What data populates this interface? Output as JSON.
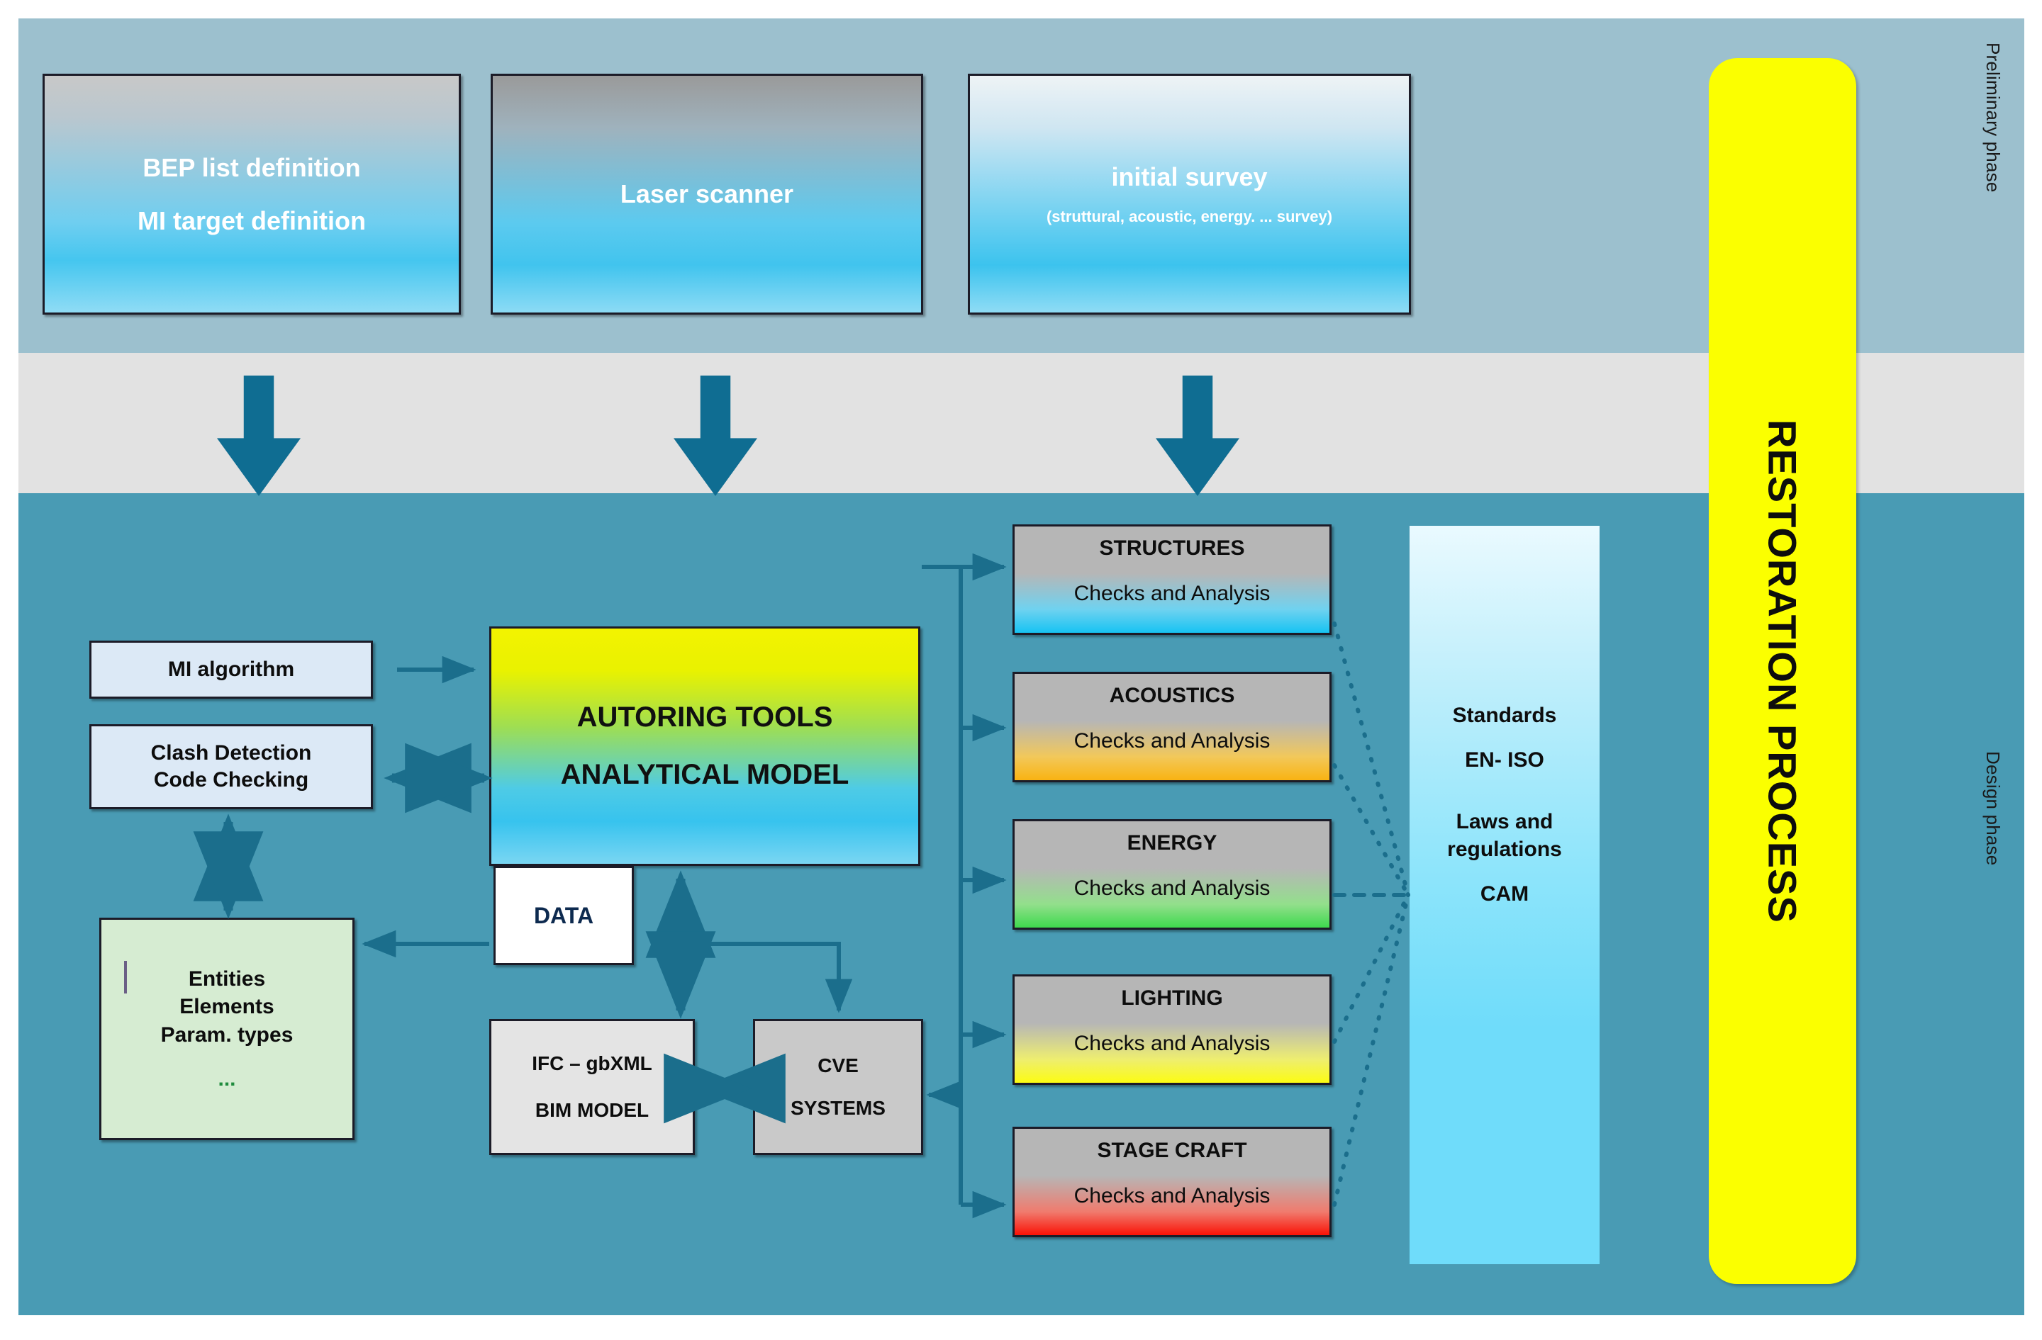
{
  "phases": {
    "preliminary_label": "Preliminary phase",
    "design_label": "Design phase"
  },
  "preliminary": {
    "boxes": [
      {
        "line1": "BEP list definition",
        "line2": "MI target definition"
      },
      {
        "line1": "Laser scanner",
        "line2": ""
      },
      {
        "line1": "initial survey",
        "sub": "(struttural, acoustic, energy. ... survey)"
      }
    ]
  },
  "design": {
    "mi_algorithm": "MI algorithm",
    "clash": {
      "line1": "Clash Detection",
      "line2": "Code Checking"
    },
    "entities": {
      "line1": "Entities",
      "line2": "Elements",
      "line3": "Param. types",
      "dots": "..."
    },
    "autoring": {
      "line1": "AUTORING TOOLS",
      "line2": "ANALYTICAL MODEL"
    },
    "data": "DATA",
    "ifc": {
      "line1": "IFC – gbXML",
      "line2": "BIM MODEL"
    },
    "cve": {
      "line1": "CVE",
      "line2": "SYSTEMS"
    },
    "disciplines": [
      {
        "title": "STRUCTURES",
        "sub": "Checks and Analysis",
        "accent": "#17c3f2"
      },
      {
        "title": "ACOUSTICS",
        "sub": "Checks and Analysis",
        "accent": "#f9b312"
      },
      {
        "title": "ENERGY",
        "sub": "Checks and Analysis",
        "accent": "#3ed94e"
      },
      {
        "title": "LIGHTING",
        "sub": "Checks and Analysis",
        "accent": "#fcfc12"
      },
      {
        "title": "STAGE CRAFT",
        "sub": "Checks and Analysis",
        "accent": "#fa1206"
      }
    ],
    "standards": {
      "line1": "Standards",
      "line2": "EN- ISO",
      "line3": "Laws and",
      "line4": "regulations",
      "line5": "CAM"
    }
  },
  "restoration": {
    "label": "RESTORATION PROCESS"
  },
  "colors": {
    "band_preliminary": "#9cc0ce",
    "band_gap": "#e2e2e2",
    "band_design": "#499bb4",
    "arrow": "#0f6d92",
    "wire": "#1b6e8c",
    "restoration": "#fbff00"
  }
}
